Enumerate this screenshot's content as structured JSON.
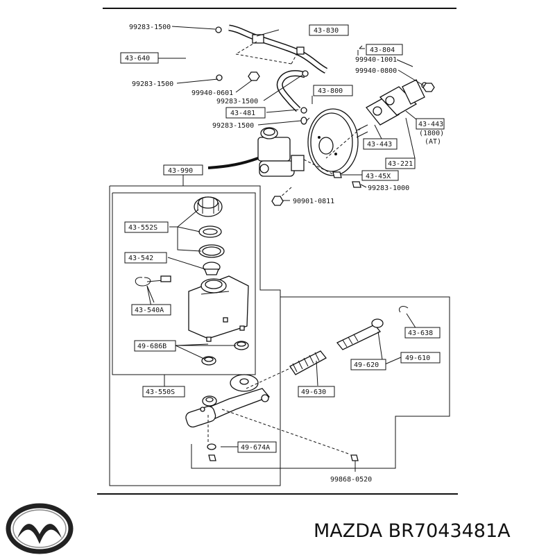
{
  "labels": {
    "c99283_1500_top": "99283-1500",
    "c43_830": "43-830",
    "c43_640": "43-640",
    "c43_804": "43-804",
    "c99940_1001": "99940-1001",
    "c99940_0800": "99940-0800",
    "c99283_1500_l": "99283-1500",
    "c99940_0601": "99940-0601",
    "c99283_1500_m": "99283-1500",
    "c43_800": "43-800",
    "c43_481": "43-481",
    "c99283_1500_b": "99283-1500",
    "c43_443_r": "43-443",
    "c1800": "(1800)",
    "cAT": "(AT)",
    "c43_443": "43-443",
    "c43_221": "43-221",
    "c43_990": "43-990",
    "c43_45x": "43-45X",
    "c99283_1000": "99283-1000",
    "c90901_0811": "90901-0811",
    "c43_552s": "43-552S",
    "c43_542": "43-542",
    "c43_540a": "43-540A",
    "c43_638": "43-638",
    "c49_686b": "49-686B",
    "c49_620": "49-620",
    "c49_610": "49-610",
    "c49_630": "49-630",
    "c43_550s": "43-550S",
    "c49_674a": "49-674A",
    "c99868_0520": "99868-0520"
  },
  "brand": {
    "caption": "MAZDA BR7043481A",
    "logo_icon": "mazda-logo-icon"
  }
}
